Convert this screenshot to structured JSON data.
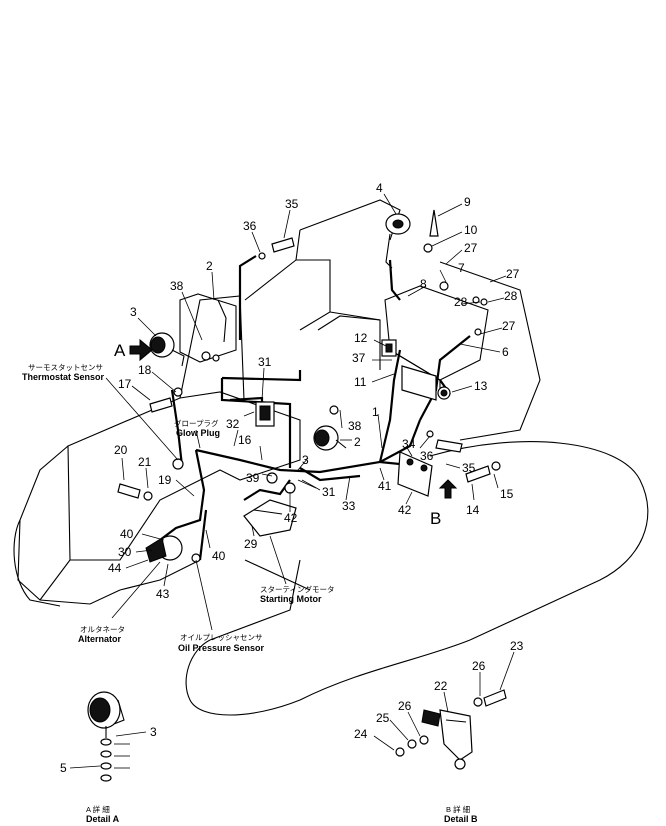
{
  "callouts": {
    "n1": "1",
    "n2a": "2",
    "n2b": "2",
    "n3a": "3",
    "n3b": "3",
    "n3c": "3",
    "n4": "4",
    "n5": "5",
    "n6": "6",
    "n7": "7",
    "n8": "8",
    "n9": "9",
    "n10": "10",
    "n11": "11",
    "n12": "12",
    "n13": "13",
    "n14": "14",
    "n15": "15",
    "n16": "16",
    "n17": "17",
    "n18": "18",
    "n19": "19",
    "n20": "20",
    "n21": "21",
    "n22": "22",
    "n23": "23",
    "n24": "24",
    "n25": "25",
    "n26a": "26",
    "n26b": "26",
    "n27a": "27",
    "n27b": "27",
    "n27c": "27",
    "n28a": "28",
    "n28b": "28",
    "n29": "29",
    "n30": "30",
    "n31a": "31",
    "n31b": "31",
    "n32": "32",
    "n33": "33",
    "n34": "34",
    "n35a": "35",
    "n35b": "35",
    "n36a": "36",
    "n36b": "36",
    "n37": "37",
    "n38a": "38",
    "n38b": "38",
    "n39": "39",
    "n40a": "40",
    "n40b": "40",
    "n41": "41",
    "n42a": "42",
    "n42b": "42",
    "n43": "43",
    "n44": "44",
    "arrowA": "A",
    "arrowB": "B"
  },
  "captions": {
    "thermostat_jp": "サーモスタットセンサ",
    "thermostat_en": "Thermostat Sensor",
    "glow_jp": "グロープラグ",
    "glow_en": "Glow Plug",
    "starting_jp": "スターティングモータ",
    "starting_en": "Starting Motor",
    "alternator_jp": "オルタネータ",
    "alternator_en": "Alternator",
    "oil_jp": "オイルプレッシャセンサ",
    "oil_en": "Oil Pressure Sensor",
    "detailA_jp": "A 詳 細",
    "detailA_en": "Detail A",
    "detailB_jp": "B 詳 細",
    "detailB_en": "Detail B"
  }
}
